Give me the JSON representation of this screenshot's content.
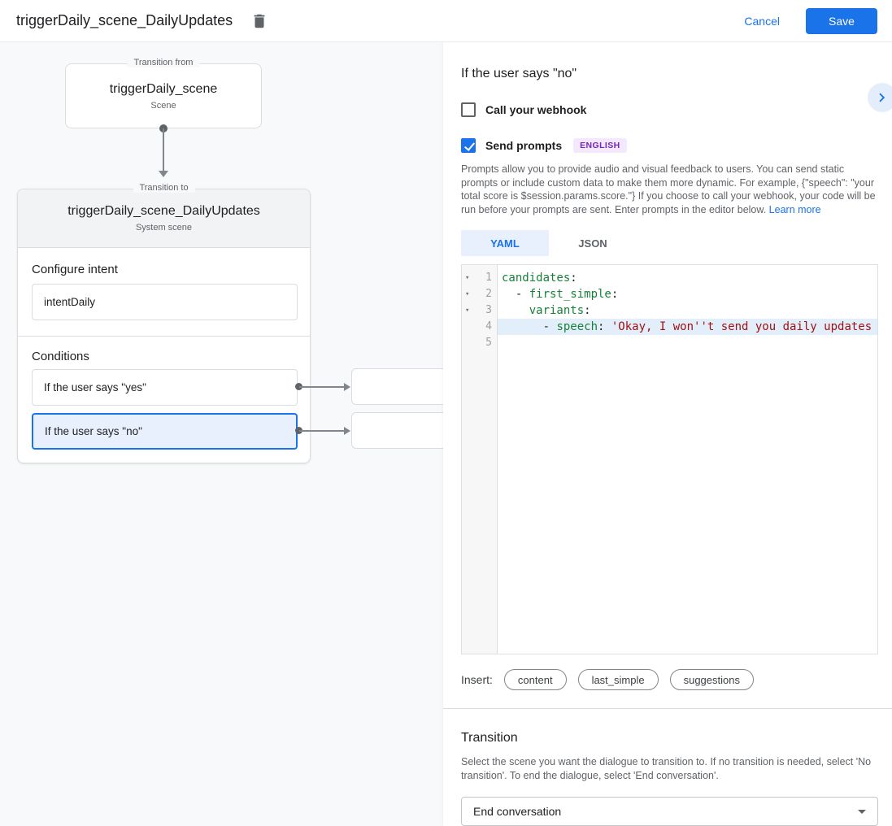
{
  "colors": {
    "accent": "#1a73e8",
    "selected_bg": "#e8f0fe",
    "canvas_bg": "#f8f9fa",
    "badge_bg": "#f3e8fd",
    "badge_text": "#7627bb",
    "code_key": "#188038",
    "code_string": "#a11111"
  },
  "topbar": {
    "title": "triggerDaily_scene_DailyUpdates",
    "cancel_label": "Cancel",
    "save_label": "Save"
  },
  "flow": {
    "from_node": {
      "legend": "Transition from",
      "name": "triggerDaily_scene",
      "type": "Scene"
    },
    "to_node": {
      "legend": "Transition to",
      "name": "triggerDaily_scene_DailyUpdates",
      "type": "System scene",
      "configure_intent_label": "Configure intent",
      "intent_value": "intentDaily",
      "conditions_label": "Conditions",
      "conditions": [
        {
          "label": "If the user says \"yes\"",
          "selected": false
        },
        {
          "label": "If the user says \"no\"",
          "selected": true
        }
      ]
    }
  },
  "editor_panel": {
    "title": "If the user says \"no\"",
    "webhook_checkbox": {
      "label": "Call your webhook",
      "checked": false
    },
    "prompts_checkbox": {
      "label": "Send prompts",
      "checked": true
    },
    "language_badge": "ENGLISH",
    "description": "Prompts allow you to provide audio and visual feedback to users. You can send static prompts or include custom data to make them more dynamic. For example, {\"speech\": \"your total score is $session.params.score.\"} If you choose to call your webhook, your code will be run before your prompts are sent. Enter prompts in the editor below. ",
    "learn_more_label": "Learn more",
    "tabs": [
      {
        "label": "YAML",
        "active": true
      },
      {
        "label": "JSON",
        "active": false
      }
    ],
    "code": {
      "lines": [
        {
          "num": "1",
          "fold": true,
          "hl": false,
          "segments": [
            {
              "t": "candidates",
              "c": "key"
            },
            {
              "t": ":",
              "c": "plain"
            }
          ]
        },
        {
          "num": "2",
          "fold": true,
          "hl": false,
          "segments": [
            {
              "t": "  - ",
              "c": "plain"
            },
            {
              "t": "first_simple",
              "c": "key"
            },
            {
              "t": ":",
              "c": "plain"
            }
          ]
        },
        {
          "num": "3",
          "fold": true,
          "hl": false,
          "segments": [
            {
              "t": "    ",
              "c": "plain"
            },
            {
              "t": "variants",
              "c": "key"
            },
            {
              "t": ":",
              "c": "plain"
            }
          ]
        },
        {
          "num": "4",
          "fold": false,
          "hl": true,
          "segments": [
            {
              "t": "      - ",
              "c": "plain"
            },
            {
              "t": "speech",
              "c": "key"
            },
            {
              "t": ": ",
              "c": "plain"
            },
            {
              "t": "'Okay, I won''t send you daily updates",
              "c": "str"
            }
          ]
        },
        {
          "num": "5",
          "fold": false,
          "hl": false,
          "segments": []
        }
      ]
    },
    "insert_label": "Insert:",
    "insert_chips": [
      "content",
      "last_simple",
      "suggestions"
    ]
  },
  "transition_section": {
    "title": "Transition",
    "description": "Select the scene you want the dialogue to transition to. If no transition is needed, select 'No transition'. To end the dialogue, select 'End conversation'.",
    "dropdown_value": "End conversation"
  }
}
